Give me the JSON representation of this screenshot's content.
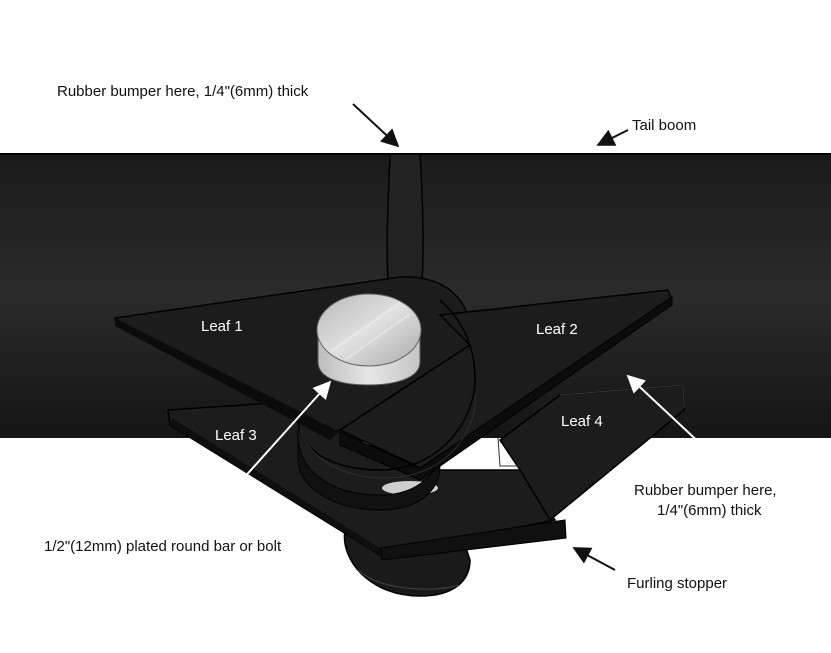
{
  "diagram": {
    "callouts": {
      "bumper_top": "Rubber bumper here, 1/4\"(6mm) thick",
      "tail_boom": "Tail boom",
      "bumper_right_line1": "Rubber bumper here,",
      "bumper_right_line2": "1/4\"(6mm) thick",
      "round_bar": "1/2\"(12mm) plated round bar or bolt",
      "furling_stopper": "Furling stopper"
    },
    "leaves": {
      "leaf1": "Leaf 1",
      "leaf2": "Leaf 2",
      "leaf3": "Leaf 3",
      "leaf4": "Leaf 4"
    },
    "colors": {
      "boom": "#1e1e1e",
      "plate_top": "#1c1c1c",
      "plate_edge": "#0d0d0d",
      "pin": "#d0d0d0",
      "background": "#ffffff"
    }
  }
}
